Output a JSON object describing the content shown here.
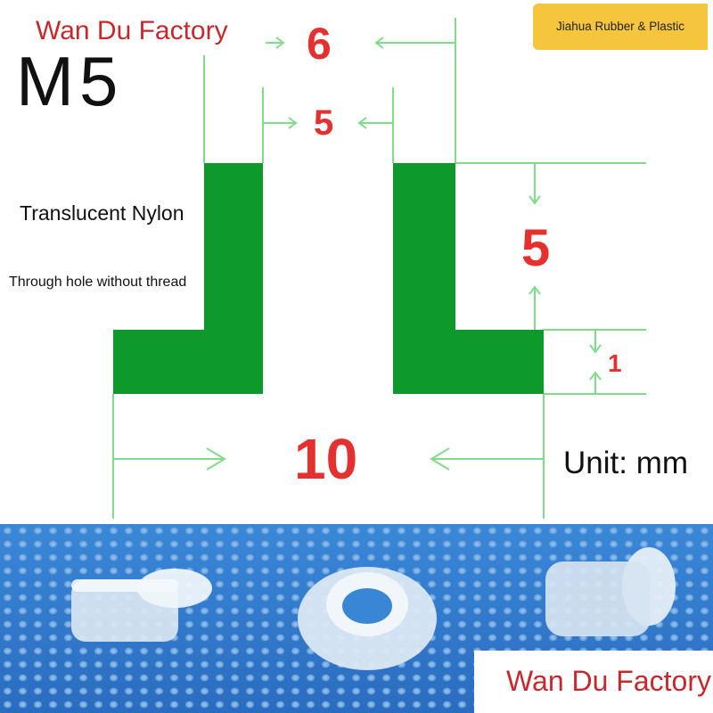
{
  "branding": {
    "top_label": "Wan Du Factory",
    "bottom_label": "Wan Du Factory",
    "model_code": "M5",
    "badge": "Jiahua Rubber & Plastic"
  },
  "product": {
    "material": "Translucent Nylon",
    "hole_type": "Through hole without thread"
  },
  "dimensions": {
    "flange_diameter": "6",
    "hole_diameter": "5",
    "height": "5",
    "flange_thickness": "1",
    "total_width": "10",
    "unit": "Unit: mm"
  },
  "colors": {
    "profile_fill": "#0e9a2a",
    "guide_line": "#7fdc8a",
    "dimension_text": "#e53030",
    "brand_text": "#c8282d",
    "badge_bg": "#f6c53e",
    "mesh_bg": "#2e78cf"
  }
}
